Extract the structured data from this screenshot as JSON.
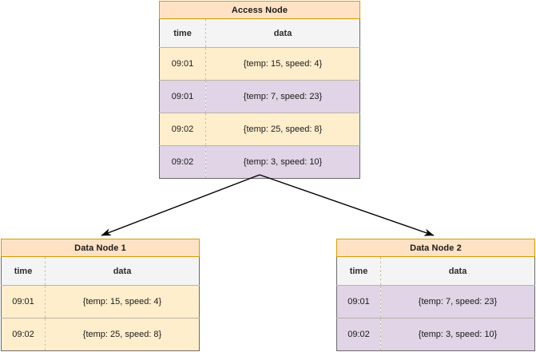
{
  "diagram": {
    "title_hidden": "",
    "columns": [
      "time",
      "data"
    ],
    "nodes": [
      {
        "id": "access-node",
        "title": "Access Node",
        "rows": [
          {
            "time": "09:01",
            "data": "{temp: 15, speed: 4}",
            "fill": "yellow"
          },
          {
            "time": "09:01",
            "data": "{temp: 7, speed: 23}",
            "fill": "purple"
          },
          {
            "time": "09:02",
            "data": "{temp: 25, speed: 8}",
            "fill": "yellow"
          },
          {
            "time": "09:02",
            "data": "{temp: 3, speed: 10}",
            "fill": "purple"
          }
        ]
      },
      {
        "id": "data-node-1",
        "title": "Data Node 1",
        "rows": [
          {
            "time": "09:01",
            "data": "{temp: 15, speed: 4}",
            "fill": "yellow"
          },
          {
            "time": "09:02",
            "data": "{temp: 25, speed: 8}",
            "fill": "yellow"
          }
        ]
      },
      {
        "id": "data-node-2",
        "title": "Data Node 2",
        "rows": [
          {
            "time": "09:01",
            "data": "{temp: 7, speed: 23}",
            "fill": "purple"
          },
          {
            "time": "09:02",
            "data": "{temp: 3, speed: 10}",
            "fill": "purple"
          }
        ]
      }
    ],
    "edges": [
      {
        "from": "access-node",
        "to": "data-node-1"
      },
      {
        "from": "access-node",
        "to": "data-node-2"
      }
    ],
    "colors": {
      "title_fill": "#ffe2c4",
      "title_border": "#d79b00",
      "row_yellow": "#ffeecc",
      "row_purple": "#e0d4e6",
      "header_fill": "#f4f4f4",
      "table_border": "#6b6b6b",
      "arrow": "#000000"
    }
  }
}
